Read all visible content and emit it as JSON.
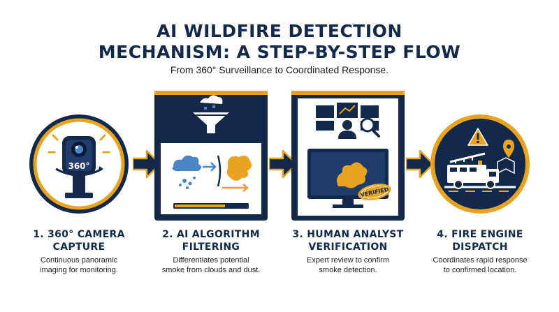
{
  "header": {
    "title_line1": "AI WILDFIRE DETECTION",
    "title_line2": "MECHANISM: A STEP-BY-STEP FLOW",
    "subtitle": "From 360° Surveillance to Coordinated Response."
  },
  "steps": [
    {
      "title_line1": "1. 360° CAMERA",
      "title_line2": "CAPTURE",
      "desc_line1": "Continuous panoramic",
      "desc_line2": "imaging for monitoring.",
      "badge": "360°"
    },
    {
      "title_line1": "2. AI ALGORITHM",
      "title_line2": "FILTERING",
      "desc_line1": "Differentiates potential",
      "desc_line2": "smoke from clouds and dust."
    },
    {
      "title_line1": "3. HUMAN ANALYST",
      "title_line2": "VERIFICATION",
      "desc_line1": "Expert review to confirm",
      "desc_line2": "smoke detection.",
      "stamp": "VERIFIED"
    },
    {
      "title_line1": "4. FIRE ENGINE",
      "title_line2": "DISPATCH",
      "desc_line1": "Coordinates rapid response",
      "desc_line2": "to confirmed location."
    }
  ],
  "colors": {
    "navy": "#13294b",
    "gold": "#e8a321",
    "light_gray": "#eef0f3",
    "cloud_blue": "#4a86c5"
  },
  "icons": [
    "camera-icon",
    "funnel-icon",
    "cloud-icon",
    "smoke-icon",
    "monitor-icon",
    "magnifier-icon",
    "analyst-icon",
    "verified-stamp-icon",
    "fire-engine-icon",
    "warning-icon",
    "map-pin-icon"
  ]
}
